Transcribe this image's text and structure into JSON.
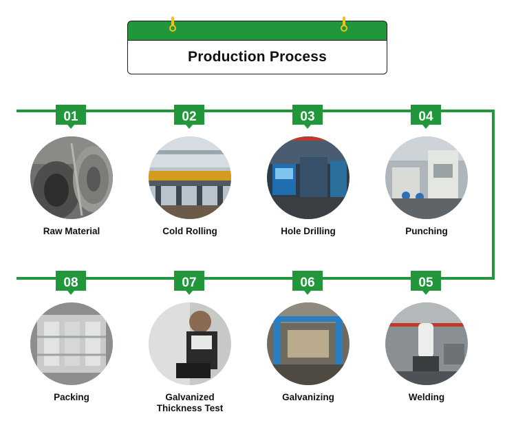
{
  "header": {
    "title": "Production Process"
  },
  "colors": {
    "accent": "#21963a",
    "pin": "#f3c21a"
  },
  "steps": [
    {
      "number": "01",
      "label": "Raw Material",
      "photo": "steel-coils-photo"
    },
    {
      "number": "02",
      "label": "Cold Rolling",
      "photo": "rolling-line-photo"
    },
    {
      "number": "03",
      "label": "Hole Drilling",
      "photo": "drilling-machine-photo"
    },
    {
      "number": "04",
      "label": "Punching",
      "photo": "punch-press-photo"
    },
    {
      "number": "05",
      "label": "Welding",
      "photo": "welding-robot-photo"
    },
    {
      "number": "06",
      "label": "Galvanizing",
      "photo": "galvanizing-plant-photo"
    },
    {
      "number": "07",
      "label": "Galvanized\nThickness Test",
      "photo": "thickness-test-photo"
    },
    {
      "number": "08",
      "label": "Packing",
      "photo": "packed-parts-photo"
    }
  ]
}
